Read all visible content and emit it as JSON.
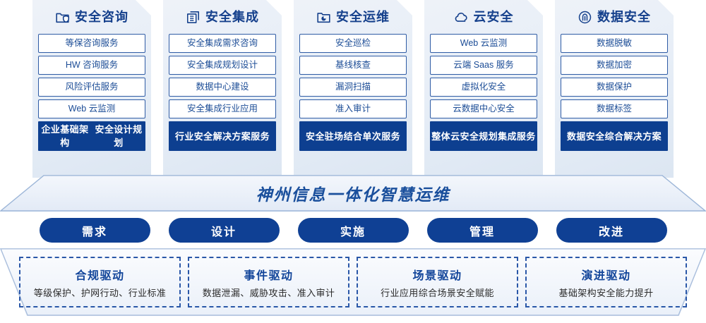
{
  "pillars": [
    {
      "icon": "folder-shield-icon",
      "title": "安全咨询",
      "services": [
        "等保咨询服务",
        "HW 咨询服务",
        "风险评估服务",
        "Web 云监测"
      ],
      "summary_line1": "企业基础架构",
      "summary_line2": "安全设计规划"
    },
    {
      "icon": "stacked-documents-icon",
      "title": "安全集成",
      "services": [
        "安全集成需求咨询",
        "安全集成规划设计",
        "数据中心建设",
        "安全集成行业应用"
      ],
      "summary_line1": "行业安全解决",
      "summary_line2": "方案服务"
    },
    {
      "icon": "folder-pie-chart-icon",
      "title": "安全运维",
      "services": [
        "安全巡检",
        "基线核查",
        "漏洞扫描",
        "准入审计"
      ],
      "summary_line1": "安全驻场结合",
      "summary_line2": "单次服务"
    },
    {
      "icon": "cloud-icon",
      "title": "云安全",
      "services": [
        "Web 云监测",
        "云端 Saas 服务",
        "虚拟化安全",
        "云数据中心安全"
      ],
      "summary_line1": "整体云安全规划",
      "summary_line2": "集成服务"
    },
    {
      "icon": "fingerprint-icon",
      "title": "数据安全",
      "services": [
        "数据脱敏",
        "数据加密",
        "数据保护",
        "数据标签"
      ],
      "summary_line1": "数据安全综合",
      "summary_line2": "解决方案"
    }
  ],
  "banner": {
    "text": "神州信息一体化智慧运维"
  },
  "stages": [
    {
      "label": "需求"
    },
    {
      "label": "设计"
    },
    {
      "label": "实施"
    },
    {
      "label": "管理"
    },
    {
      "label": "改进"
    }
  ],
  "drivers": [
    {
      "title": "合规驱动",
      "desc": "等级保护、护网行动、行业标准"
    },
    {
      "title": "事件驱动",
      "desc": "数据泄漏、威胁攻击、准入审计"
    },
    {
      "title": "场景驱动",
      "desc": "行业应用综合场景安全赋能"
    },
    {
      "title": "演进驱动",
      "desc": "基础架构安全能力提升"
    }
  ],
  "colors": {
    "brand_blue": "#0d3f90",
    "title_blue": "#15408c",
    "card_bg": "#e7eef7",
    "service_border": "#2f5ca5",
    "dashed_border": "#2a57a8"
  }
}
